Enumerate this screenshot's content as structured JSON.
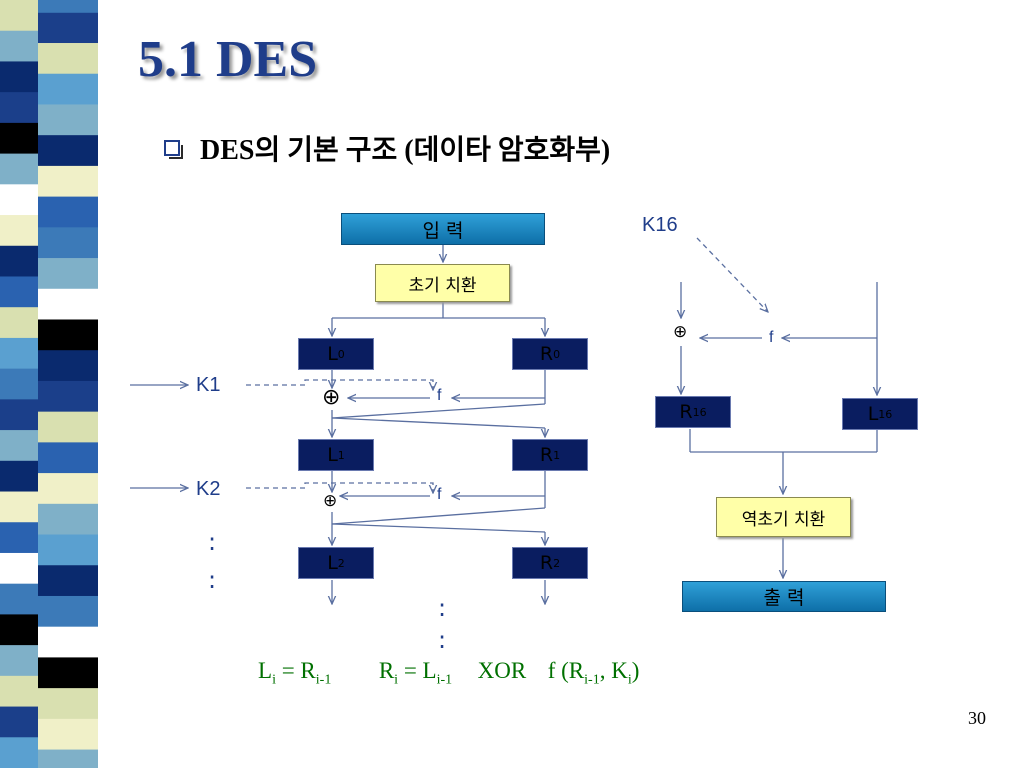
{
  "slide": {
    "title": "5.1 DES",
    "bullet": "DES의 기본 구조 (데이타 암호화부)",
    "page_number": "30"
  },
  "left_diagram": {
    "input": "입 력",
    "initial_permutation": "초기 치환",
    "l0": {
      "base": "L",
      "sub": "0"
    },
    "r0": {
      "base": "R",
      "sub": "0"
    },
    "l1": {
      "base": "L",
      "sub": "1"
    },
    "r1": {
      "base": "R",
      "sub": "1"
    },
    "l2": {
      "base": "L",
      "sub": "2"
    },
    "r2": {
      "base": "R",
      "sub": "2"
    },
    "k1": "K1",
    "k2": "K2",
    "f1": "f",
    "f2": "f",
    "xor_symbol": "⊕",
    "ellipsis": ":"
  },
  "right_diagram": {
    "k16": "K16",
    "f": "f",
    "xor_symbol": "⊕",
    "r16": {
      "base": "R",
      "sub": "16"
    },
    "l16": {
      "base": "L",
      "sub": "16"
    },
    "inverse_permutation": "역초기 치환",
    "output": "출 력"
  },
  "formula": {
    "l": "L",
    "l_sub": "i",
    "eq1": " = R",
    "eq1_sub": "i-1",
    "r": "R",
    "r_sub": "i",
    "eq2": " = L",
    "eq2_sub": "i-1",
    "xor_text": "XOR",
    "f_text": "f (R",
    "f_sub": "i-1",
    "comma": ", K",
    "k_sub": "i",
    "close": ")"
  },
  "colors": {
    "title": "#1f3d8a",
    "formula": "#007000",
    "box_blue": "#1a86c0",
    "box_yellow": "#ffffa8",
    "box_navy": "#0a1d60",
    "wire": "#5a6fa0"
  }
}
